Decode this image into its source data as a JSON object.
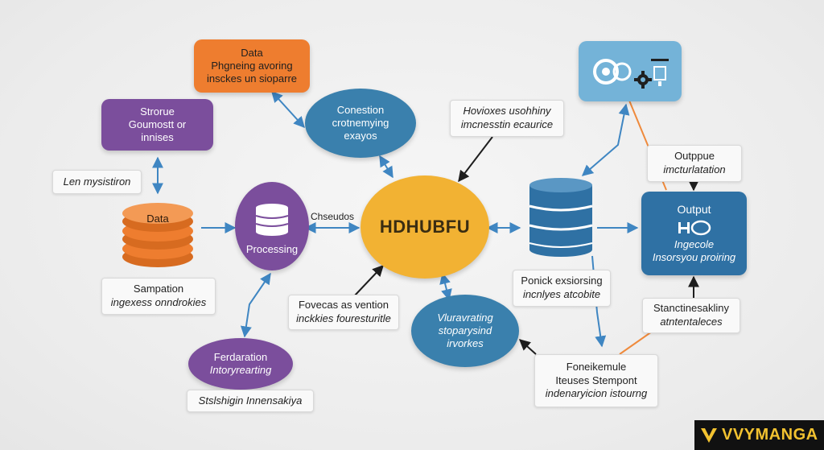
{
  "colors": {
    "orange": "#ee7d2f",
    "purple": "#7b4e9c",
    "blue": "#3a80ad",
    "steel": "#2f71a4",
    "gold": "#f2b233",
    "sky": "#74b3d8",
    "arrow_blue": "#3f86c2",
    "arrow_orange": "#ef8a3c",
    "arrow_dark": "#1e1e1e"
  },
  "nodes": {
    "data_top": {
      "lines": [
        "Data",
        "Phgneing avoring",
        "insckes un sioparre"
      ]
    },
    "strorue": {
      "lines": [
        "Strorue",
        "Goumostt or",
        "innises"
      ]
    },
    "conestion": {
      "lines": [
        "Conestion",
        "crotnemying",
        "exayos"
      ]
    },
    "data_cyl": {
      "label": "Data"
    },
    "processing": {
      "label": "Processing"
    },
    "hub": {
      "label": "HDHUBFU"
    },
    "output": {
      "lines": [
        "Output",
        "Ingecole",
        "Insorsyou proiring"
      ]
    },
    "vluna": {
      "lines": [
        "Vluravrating",
        "stoparysind",
        "irvorkes"
      ]
    },
    "ferdaration": {
      "lines": [
        "Ferdaration",
        "Intoryrearting"
      ]
    }
  },
  "labels": {
    "len": [
      "Len mysistiron"
    ],
    "sampation": [
      "Sampation",
      "ingexess onndrokies"
    ],
    "chseudos": [
      "Chseudos"
    ],
    "hovioxes": [
      "Hovioxes usohhiny",
      "imcnesstin ecaurice"
    ],
    "outppue": [
      "Outppue",
      "imcturlatation"
    ],
    "ponick": [
      "Ponick exsiorsing",
      "incnlyes atcobite"
    ],
    "fovecas": [
      "Fovecas as vention",
      "inckkies fouresturitle"
    ],
    "stanct": [
      "Stanctinesakliny",
      "atntentaleces"
    ],
    "foneikemule": [
      "Foneikemule",
      "Iteuses Stempont",
      "indenaryicion istourng"
    ],
    "stslshigin": [
      "Stslshigin Innensakiya"
    ]
  },
  "icons": [
    "gears-icon",
    "database-icon",
    "chat-bubble-icon"
  ],
  "brand": {
    "text": "VVYMANGA"
  }
}
